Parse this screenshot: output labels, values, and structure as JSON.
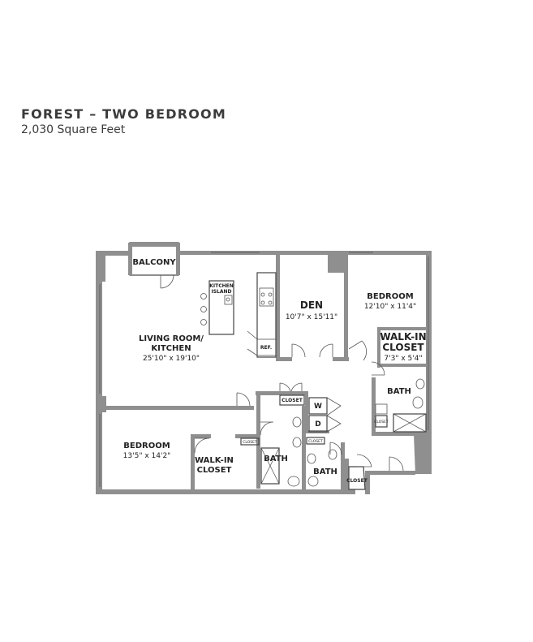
{
  "header": {
    "title": "FOREST – TWO BEDROOM",
    "subtitle": "2,030 Square Feet"
  },
  "rooms": {
    "balcony": "BALCONY",
    "kitchen_island_line1": "KITCHEN",
    "kitchen_island_line2": "ISLAND",
    "living_line1": "LIVING ROOM/",
    "living_line2": "KITCHEN",
    "living_dim": "25'10\" x 19'10\"",
    "ref": "REF.",
    "den": "DEN",
    "den_dim": "10'7\" x 15'11\"",
    "bedroom_right": "BEDROOM",
    "bedroom_right_dim": "12'10\" x 11'4\"",
    "walkin_right_line1": "WALK-IN",
    "walkin_right_line2": "CLOSET",
    "walkin_right_dim": "7'3\" x 5'4\"",
    "bath_right": "BATH",
    "closet_hall": "CLOSET",
    "washer": "W",
    "dryer": "D",
    "bedroom_left": "BEDROOM",
    "bedroom_left_dim": "13'5\" x 14'2\"",
    "walkin_left_line1": "WALK-IN",
    "walkin_left_line2": "CLOSET",
    "closet_small_left": "CLOSET",
    "bath_left": "BATH",
    "closet_small_center": "CLOSET",
    "bath_center": "BATH",
    "closet_entry": "CLOSET",
    "closet_bath_right": "CLOSET"
  },
  "colors": {
    "wall": "#8f8f8f",
    "text": "#3b3b3b"
  }
}
